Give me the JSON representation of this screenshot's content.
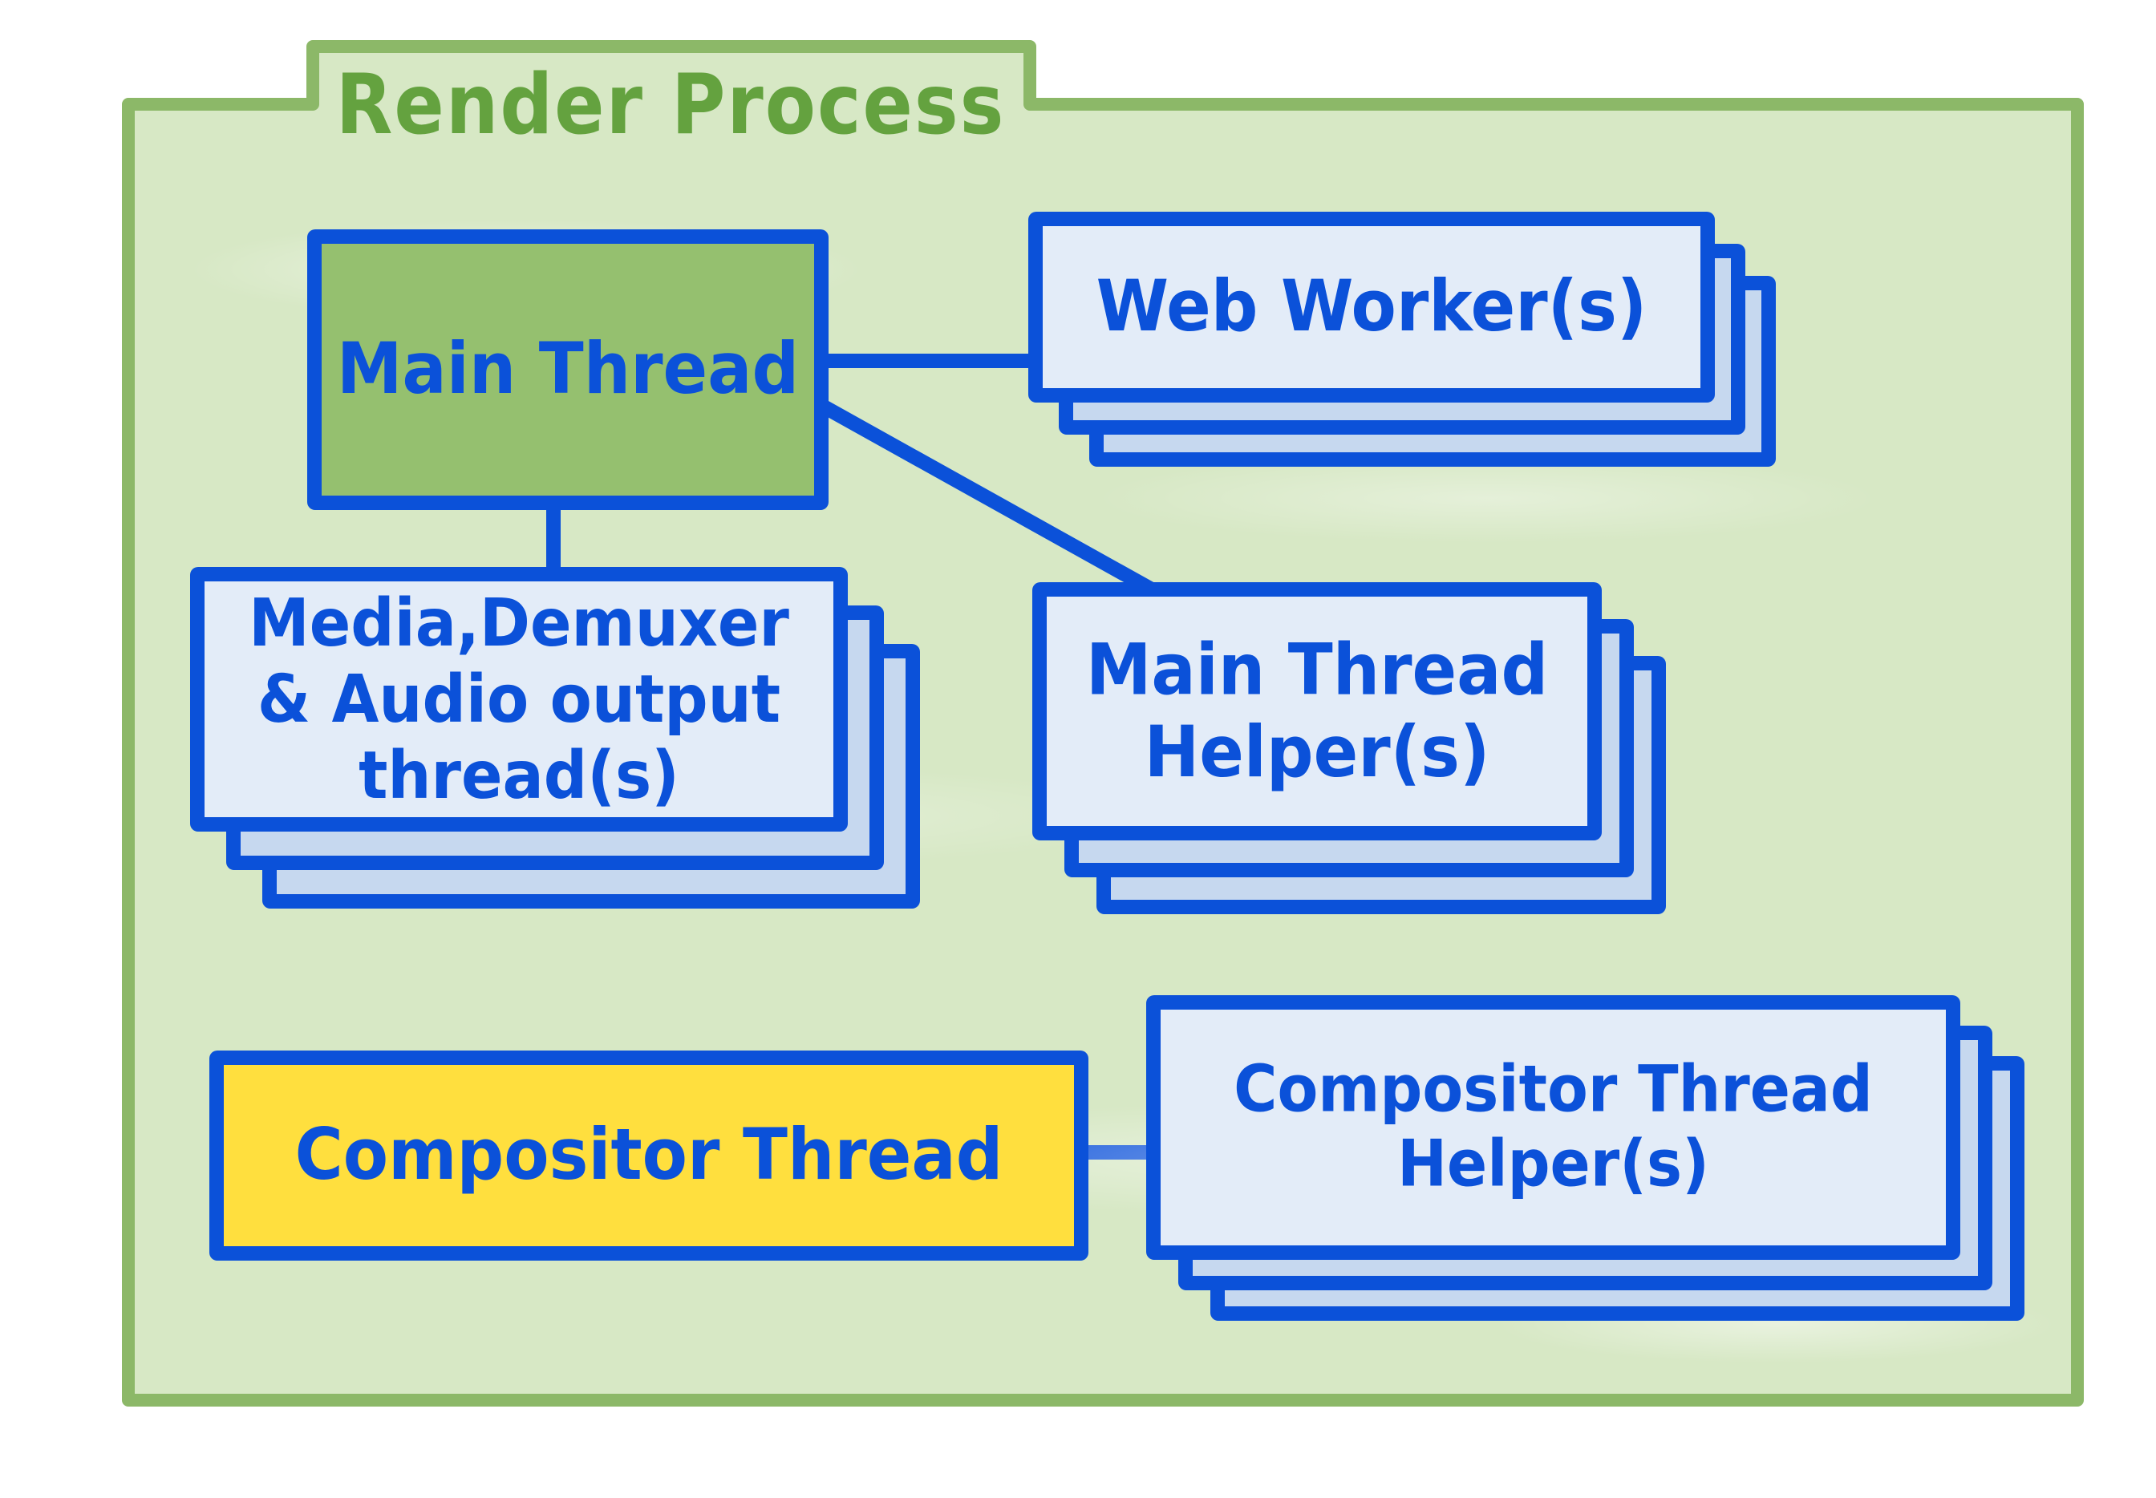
{
  "title": "Render Process",
  "nodes": {
    "main_thread": {
      "label": "Main Thread",
      "fill": "#95c06f",
      "stack_count": 1
    },
    "web_workers": {
      "label": "Web Worker(s)",
      "fill": "#e3ecf8",
      "stack_count": 3
    },
    "media_threads": {
      "lines": [
        "Media,Demuxer",
        "& Audio output",
        "thread(s)"
      ],
      "fill": "#e3ecf8",
      "stack_count": 3
    },
    "main_thread_helpers": {
      "lines": [
        "Main Thread",
        "Helper(s)"
      ],
      "fill": "#e3ecf8",
      "stack_count": 3
    },
    "compositor_thread": {
      "label": "Compositor Thread",
      "fill": "#ffdf3e",
      "stack_count": 1
    },
    "compositor_thread_helpers": {
      "lines": [
        "Compositor Thread",
        "Helper(s)"
      ],
      "fill": "#e3ecf8",
      "stack_count": 3
    }
  },
  "edges": [
    {
      "from": "main_thread",
      "to": "web_workers"
    },
    {
      "from": "main_thread",
      "to": "media_threads"
    },
    {
      "from": "main_thread",
      "to": "main_thread_helpers"
    },
    {
      "from": "compositor_thread",
      "to": "compositor_thread_helpers"
    }
  ],
  "colors": {
    "background": "#ffffff",
    "container_fill": "#d7e8c5",
    "container_border": "#8cb868",
    "title_green": "#64a23f",
    "diagram_blue": "#0b51d9",
    "card_front_blue": "#e3ecf8",
    "card_back_blue": "#c6d8ef",
    "main_thread_green": "#95c06f",
    "compositor_yellow": "#ffdf3e"
  }
}
